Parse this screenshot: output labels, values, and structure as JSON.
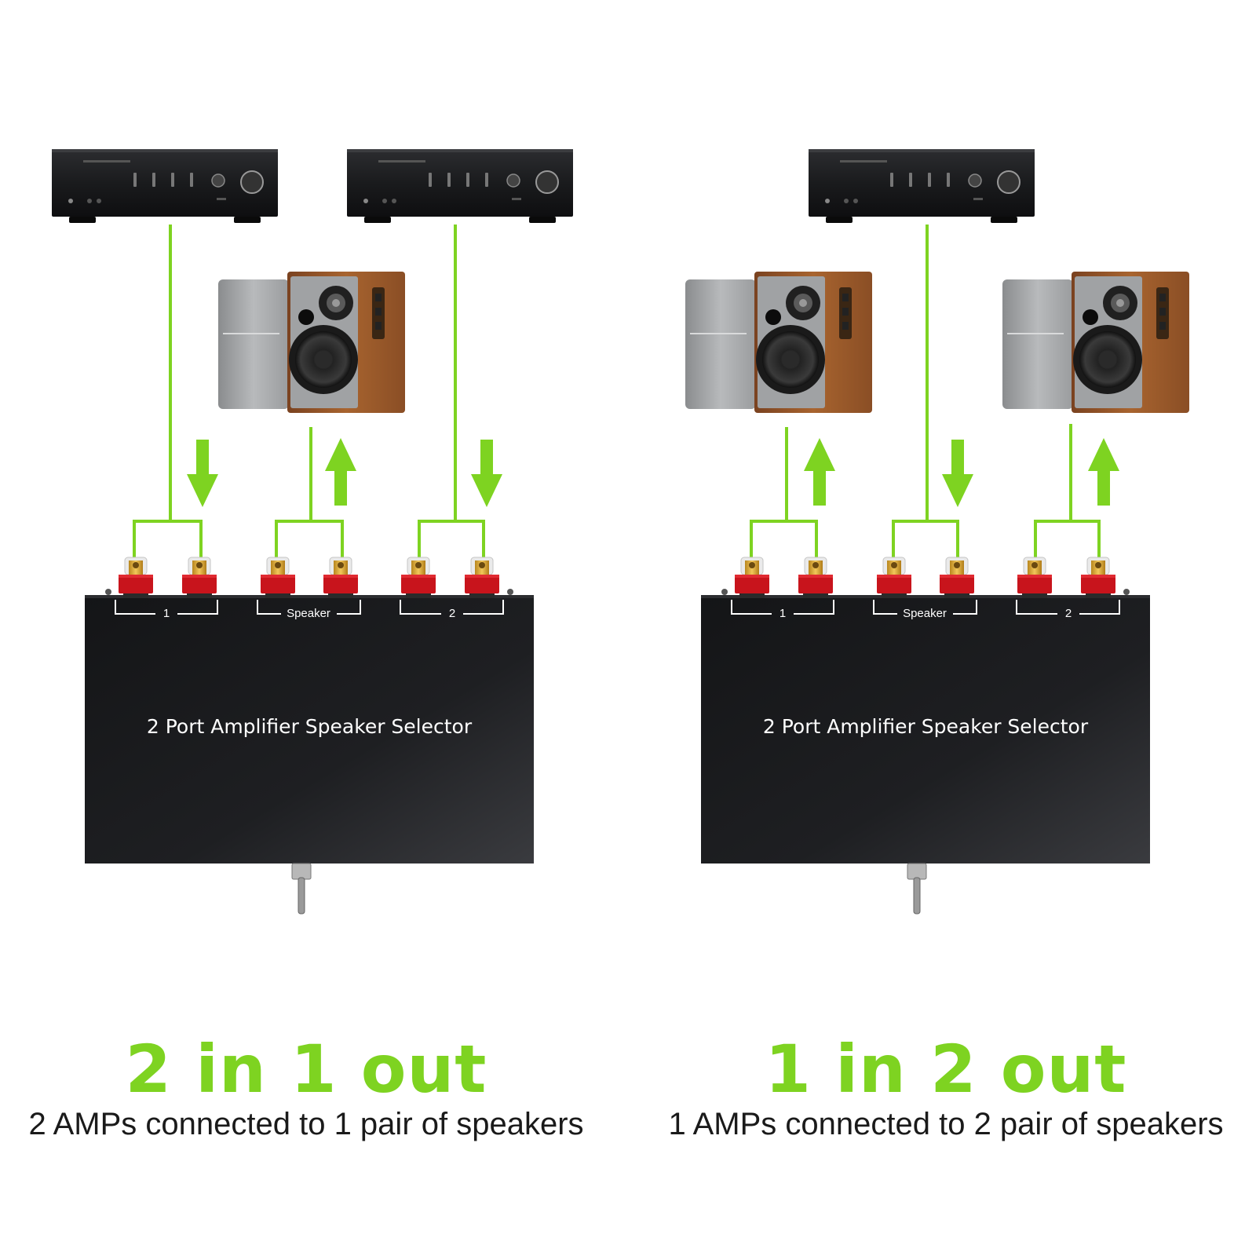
{
  "colors": {
    "accent_green": "#7ed321",
    "device_black": "#1c1d1f",
    "terminal_red": "#c8141c",
    "terminal_gold": "#d9a62e",
    "speaker_wood": "#9a5a2c",
    "speaker_silver": "#a9abad"
  },
  "icons": [
    "amplifier-icon",
    "bookshelf-speaker-icon",
    "binding-post-icon",
    "toggle-switch-icon",
    "arrow-down-icon",
    "arrow-up-icon"
  ],
  "left_panel": {
    "device_name": "2 Port Amplifier Speaker Selector",
    "port_labels": [
      "1",
      "Speaker",
      "2"
    ],
    "mode_title": "2 in 1 out",
    "mode_description": "2 AMPs connected to 1 pair of speakers"
  },
  "right_panel": {
    "device_name": "2 Port Amplifier Speaker Selector",
    "port_labels": [
      "1",
      "Speaker",
      "2"
    ],
    "mode_title": "1 in 2 out",
    "mode_description": "1 AMPs connected to 2 pair of speakers"
  }
}
